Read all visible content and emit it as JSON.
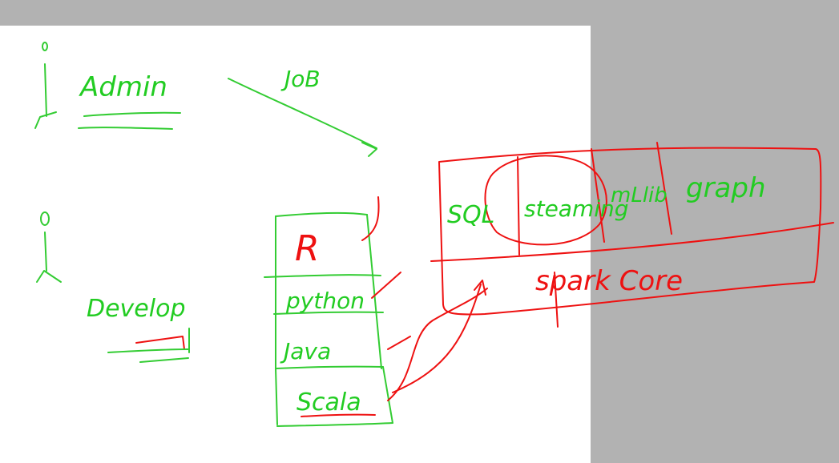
{
  "colors": {
    "background": "#b2b2b2",
    "sheet": "#ffffff",
    "green_ink": "#33cc33",
    "red_ink": "#ee1111"
  },
  "roles": {
    "admin": "Admin",
    "job": "JoB",
    "developer": "Develop"
  },
  "languages": {
    "r": "R",
    "python": "python",
    "java": "Java",
    "scala": "Scala"
  },
  "spark": {
    "sql": "SQL",
    "streaming": "steaming",
    "mllib": "mLlib",
    "graph": "graph",
    "core": "spark Core"
  }
}
